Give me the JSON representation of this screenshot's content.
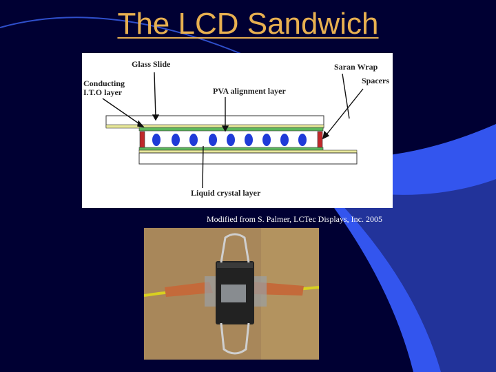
{
  "slide": {
    "title": "The LCD Sandwich",
    "caption": "Modified from S. Palmer, LCTec Displays, Inc. 2005"
  },
  "diagram": {
    "labels": {
      "glass_slide": "Glass Slide",
      "conducting": "Conducting I.T.O layer",
      "pva": "PVA alignment layer",
      "saran": "Saran Wrap",
      "spacers": "Spacers",
      "liquid_crystal": "Liquid crystal layer"
    }
  },
  "colors": {
    "background": "#000033",
    "title": "#e8b050",
    "accent_blue": "#3355ee",
    "glass": "#ffffff",
    "ito": "#e8e89a",
    "pva": "#5cb85c",
    "liquid_crystal": "#1f3bd8",
    "spacer": "#c0282a"
  },
  "photo": {
    "description_icons": [
      "binder-clip-icon",
      "copper-tape-icon",
      "wire-icon"
    ]
  }
}
